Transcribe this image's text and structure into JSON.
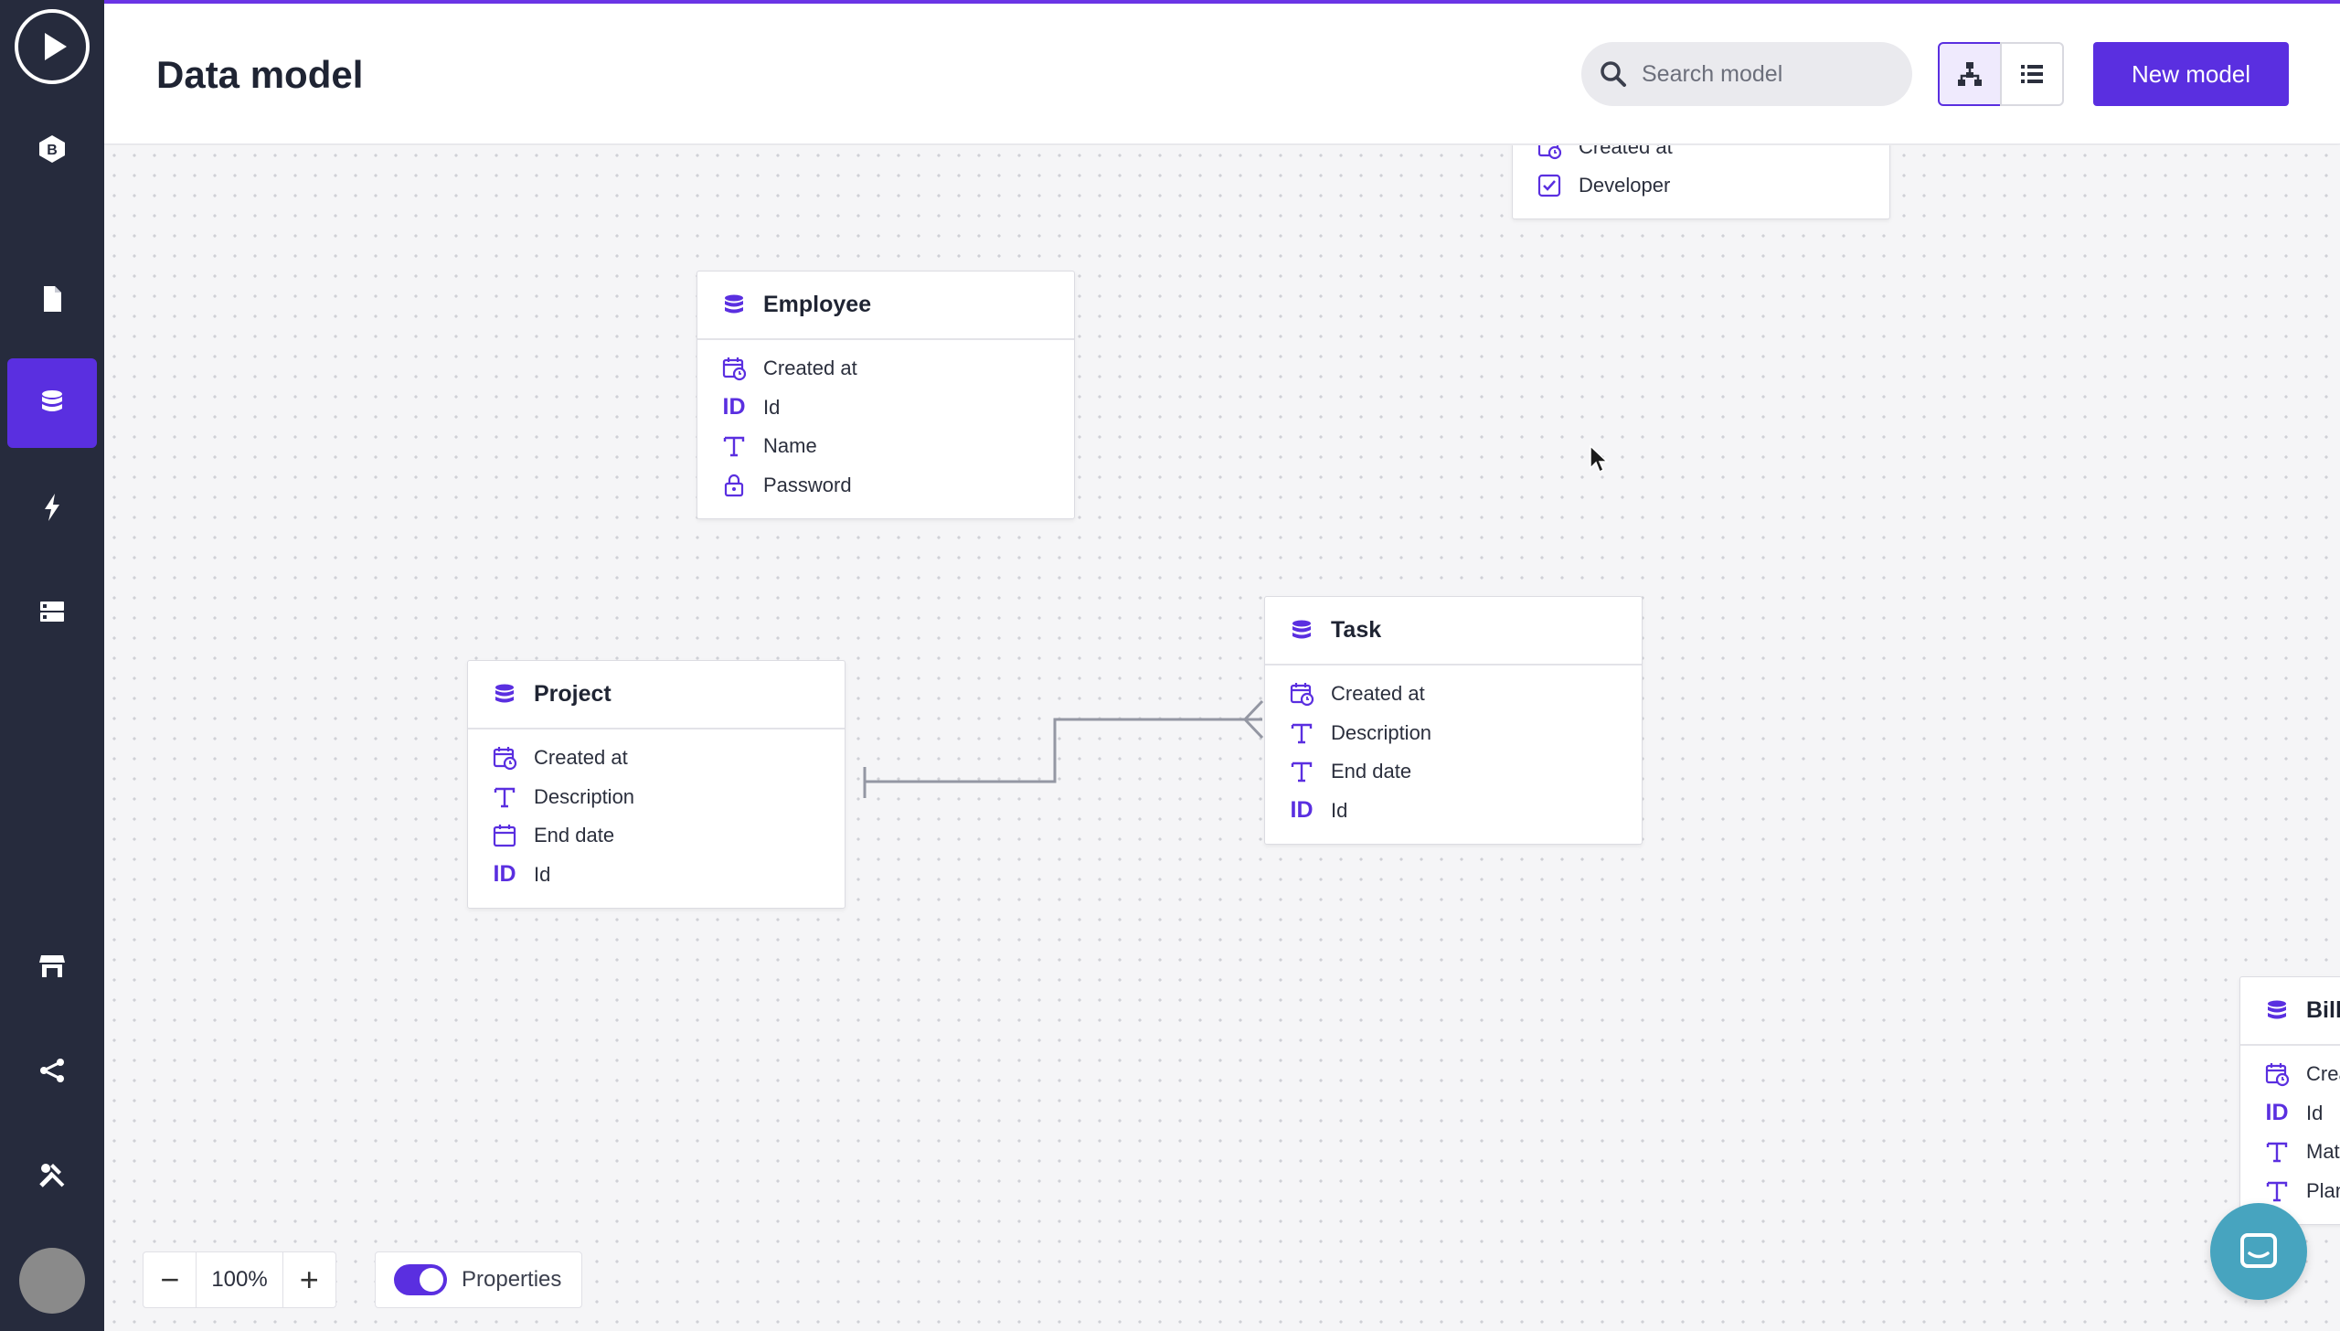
{
  "header": {
    "title": "Data model",
    "search_placeholder": "Search model",
    "new_model_label": "New model"
  },
  "sidebar": {
    "items": [
      {
        "name": "brand-logo",
        "icon": "b-hexagon-icon"
      },
      {
        "name": "pages",
        "icon": "page-icon"
      },
      {
        "name": "data-model",
        "icon": "database-icon",
        "active": true
      },
      {
        "name": "actions",
        "icon": "lightning-icon"
      },
      {
        "name": "dataflows",
        "icon": "server-icon"
      },
      {
        "name": "store",
        "icon": "store-icon"
      },
      {
        "name": "share",
        "icon": "share-icon"
      },
      {
        "name": "tools",
        "icon": "tools-icon"
      }
    ],
    "accent_color": "#5a2fe0"
  },
  "models": {
    "partial_top": {
      "props": [
        {
          "icon": "calendar-clock-icon",
          "label": "Created at"
        },
        {
          "icon": "checkbox-icon",
          "label": "Developer"
        }
      ]
    },
    "employee": {
      "title": "Employee",
      "props": [
        {
          "icon": "calendar-clock-icon",
          "label": "Created at"
        },
        {
          "icon": "id-icon",
          "label": "Id"
        },
        {
          "icon": "text-icon",
          "label": "Name"
        },
        {
          "icon": "lock-icon",
          "label": "Password"
        }
      ]
    },
    "project": {
      "title": "Project",
      "props": [
        {
          "icon": "calendar-clock-icon",
          "label": "Created at"
        },
        {
          "icon": "text-icon",
          "label": "Description"
        },
        {
          "icon": "calendar-icon",
          "label": "End date"
        },
        {
          "icon": "id-icon",
          "label": "Id"
        }
      ]
    },
    "task": {
      "title": "Task",
      "props": [
        {
          "icon": "calendar-clock-icon",
          "label": "Created at"
        },
        {
          "icon": "text-icon",
          "label": "Description"
        },
        {
          "icon": "text-icon",
          "label": "End date"
        },
        {
          "icon": "id-icon",
          "label": "Id"
        }
      ]
    },
    "bill": {
      "title": "Bill",
      "props": [
        {
          "icon": "calendar-clock-icon",
          "label": "Crea"
        },
        {
          "icon": "id-icon",
          "label": "Id"
        },
        {
          "icon": "text-icon",
          "label": "Mate"
        },
        {
          "icon": "text-icon",
          "label": "Plan"
        }
      ]
    }
  },
  "controls": {
    "zoom_value": "100%",
    "zoom_out_glyph": "−",
    "zoom_in_glyph": "+",
    "properties_label": "Properties",
    "properties_enabled": true
  }
}
